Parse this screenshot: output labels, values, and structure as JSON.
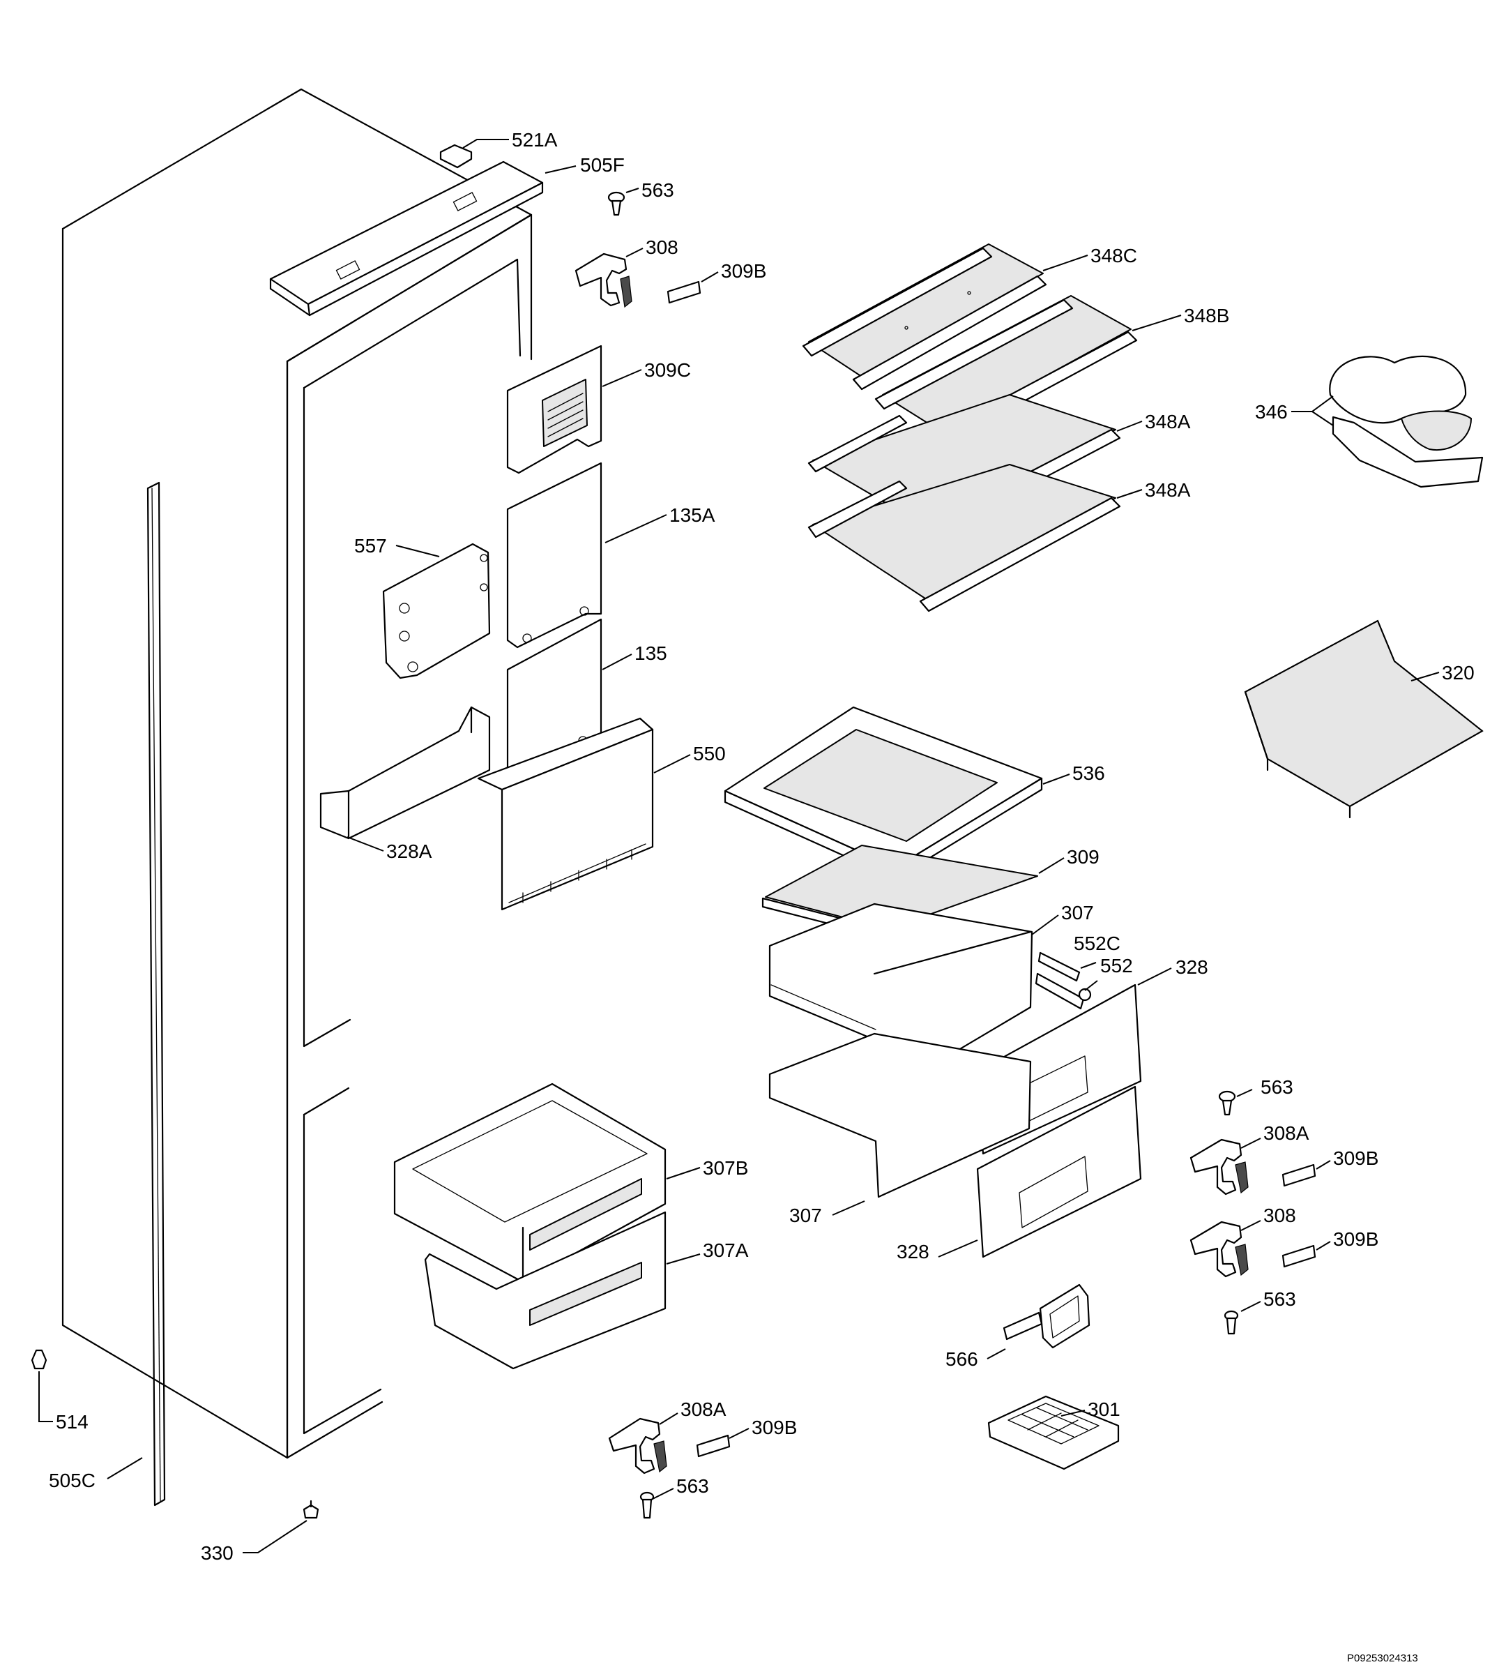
{
  "diagram": {
    "reference": "P09253024313",
    "parts": {
      "p521a": "521A",
      "p505f": "505F",
      "p563_top": "563",
      "p308_top": "308",
      "p309b_top": "309B",
      "p348c": "348C",
      "p348b": "348B",
      "p348a_upper": "348A",
      "p348a_lower": "348A",
      "p346": "346",
      "p309c": "309C",
      "p135a": "135A",
      "p557": "557",
      "p135": "135",
      "p550": "550",
      "p328a": "328A",
      "p320": "320",
      "p536": "536",
      "p309": "309",
      "p307_upper": "307",
      "p552c": "552C",
      "p552": "552",
      "p328_upper": "328",
      "p563_right": "563",
      "p308a_right": "308A",
      "p309b_right1": "309B",
      "p308_right": "308",
      "p309b_right2": "309B",
      "p563_right_lower": "563",
      "p307b": "307B",
      "p307a": "307A",
      "p307_lower": "307",
      "p328_lower": "328",
      "p566": "566",
      "p301": "301",
      "p308a_bottom": "308A",
      "p309b_bottom": "309B",
      "p563_bottom": "563",
      "p514": "514",
      "p505c": "505C",
      "p330": "330"
    }
  }
}
